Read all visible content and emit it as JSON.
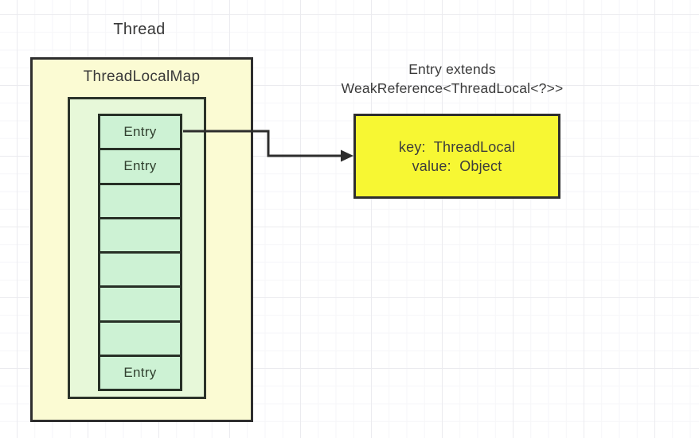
{
  "diagram": {
    "thread_label": "Thread",
    "thread_box": {
      "title": "ThreadLocalMap",
      "slots": [
        {
          "label": "Entry"
        },
        {
          "label": "Entry"
        },
        {
          "label": ""
        },
        {
          "label": ""
        },
        {
          "label": ""
        },
        {
          "label": ""
        },
        {
          "label": ""
        },
        {
          "label": "Entry"
        }
      ]
    },
    "entry_note": {
      "line1": "Entry extends",
      "line2": "WeakReference<ThreadLocal<?>>"
    },
    "entry_detail_box": {
      "key_line": "key:  ThreadLocal",
      "value_line": "value:  Object"
    },
    "colors": {
      "thread_box_fill": "#fbfbd3",
      "threadlocalmap_box_fill": "#e7f8d9",
      "slot_fill": "#cdf2d4",
      "entry_detail_box_fill": "#f7f733",
      "border": "#2e2e2e",
      "text": "#3a3a3a",
      "grid_major": "#ebebef",
      "grid_minor": "#f6f6f8"
    }
  }
}
